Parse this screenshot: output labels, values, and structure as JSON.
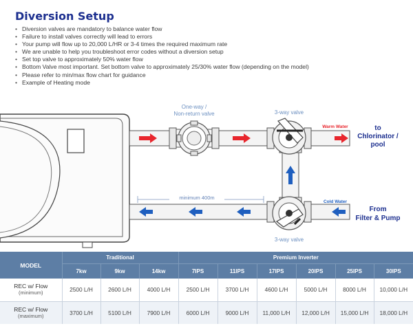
{
  "title": "Diversion Setup",
  "bullets": [
    "Diversion valves are mandatory to balance water flow",
    "Failure to install valves correctly will lead to errors",
    "Your pump will flow up to 20,000 L/HR or 3-4 times the required maximum rate",
    "We are unable to help you troubleshoot error codes without a diversion setup",
    "Set top valve to approximately 50% water flow",
    "Bottom Valve most important. Set bottom valve to approximately 25/30% water flow (depending on the model)",
    "Please refer to min/max flow chart for guidance",
    "Example of Heating mode"
  ],
  "diagram": {
    "oneway_label_1": "One-way /",
    "oneway_label_2": "Non-return valve",
    "threeway_top_label": "3-way valve",
    "threeway_bottom_label": "3-way valve",
    "warm_water": "Warm Water",
    "cold_water": "Cold Water",
    "to_label_1": "to",
    "to_label_2": "Chlorinator /",
    "to_label_3": "pool",
    "from_label_1": "From",
    "from_label_2": "Filter & Pump",
    "minimum": "minimum 400m",
    "colors": {
      "red_arrow": "#e8262d",
      "blue_arrow": "#1f5fbf",
      "pipe": "#f2f2f2",
      "outline": "#444444"
    }
  },
  "table": {
    "model_header": "MODEL",
    "group_traditional": "Traditional",
    "group_inverter": "Premium Inverter",
    "models": [
      "7kw",
      "9kw",
      "14kw",
      "7IPS",
      "11IPS",
      "17IPS",
      "20IPS",
      "25IPS",
      "30IPS"
    ],
    "rows": [
      {
        "label": "REC w/ Flow",
        "sub": "(minimum)",
        "values": [
          "2500 L/H",
          "2600 L/H",
          "4000 L/H",
          "2500 L/H",
          "3700 L/H",
          "4600 L/H",
          "5000 L/H",
          "8000 L/H",
          "10,000 L/H"
        ]
      },
      {
        "label": "REC w/ Flow",
        "sub": "(maximum)",
        "values": [
          "3700 L/H",
          "5100 L/H",
          "7900 L/H",
          "6000 L/H",
          "9000 L/H",
          "11,000 L/H",
          "12,000 L/H",
          "15,000 L/H",
          "18,000 L/H"
        ]
      }
    ]
  }
}
